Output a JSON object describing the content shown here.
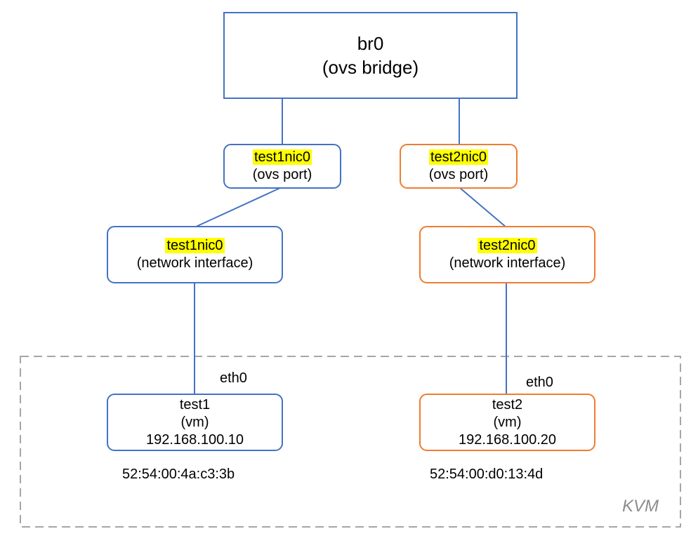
{
  "bridge": {
    "name": "br0",
    "type": "(ovs bridge)"
  },
  "ports": [
    {
      "name": "test1nic0",
      "type": "(ovs port)"
    },
    {
      "name": "test2nic0",
      "type": "(ovs port)"
    }
  ],
  "interfaces": [
    {
      "name": "test1nic0",
      "type": "(network interface)"
    },
    {
      "name": "test2nic0",
      "type": "(network interface)"
    }
  ],
  "vms": [
    {
      "name": "test1",
      "type": "(vm)",
      "ip": "192.168.100.10",
      "nic": "eth0",
      "mac": "52:54:00:4a:c3:3b"
    },
    {
      "name": "test2",
      "type": "(vm)",
      "ip": "192.168.100.20",
      "nic": "eth0",
      "mac": "52:54:00:d0:13:4d"
    }
  ],
  "host": {
    "label": "KVM"
  },
  "colors": {
    "vm1_theme": "#4472C4",
    "vm2_theme": "#ED7D31",
    "highlight": "#FFFF00",
    "host_border": "#A6A6A6"
  }
}
